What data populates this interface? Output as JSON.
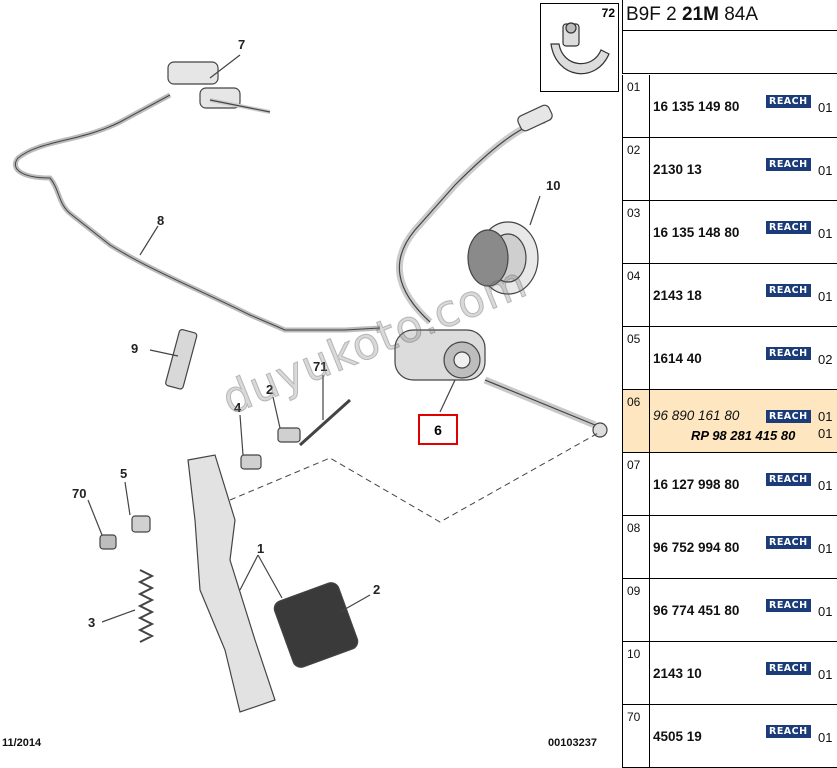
{
  "reference": {
    "prefix": "B9F 2 ",
    "bold": "21M",
    "suffix": " 84A"
  },
  "callouts": {
    "c7": "7",
    "c8": "8",
    "c9": "9",
    "c10": "10",
    "c71": "71",
    "c2a": "2",
    "c4": "4",
    "c5": "5",
    "c70": "70",
    "c1": "1",
    "c2b": "2",
    "c3": "3",
    "c6": "6"
  },
  "inset_label": "72",
  "footer": {
    "date": "11/2014",
    "code": "00103237"
  },
  "watermark": "duyukoto.com",
  "badge": "REACH",
  "parts": [
    {
      "index": "01",
      "part_number": "16 135 149 80",
      "qty": "01"
    },
    {
      "index": "02",
      "part_number": "2130 13",
      "qty": "01"
    },
    {
      "index": "03",
      "part_number": "16 135 148 80",
      "qty": "01"
    },
    {
      "index": "04",
      "part_number": "2143 18",
      "qty": "01"
    },
    {
      "index": "05",
      "part_number": "1614 40",
      "qty": "02"
    },
    {
      "index": "06",
      "part_number": "96 890 161 80",
      "qty": "01",
      "alt_part_number": "RP 98 281 415 80",
      "alt_qty": "01"
    },
    {
      "index": "07",
      "part_number": "16 127 998 80",
      "qty": "01"
    },
    {
      "index": "08",
      "part_number": "96 752 994 80",
      "qty": "01"
    },
    {
      "index": "09",
      "part_number": "96 774 451 80",
      "qty": "01"
    },
    {
      "index": "10",
      "part_number": "2143 10",
      "qty": "01"
    },
    {
      "index": "70",
      "part_number": "4505 19",
      "qty": "01"
    }
  ],
  "colors": {
    "selected_row": "#fde6c0",
    "reach_badge": "#1b3c78",
    "highlight": "#e00000"
  }
}
